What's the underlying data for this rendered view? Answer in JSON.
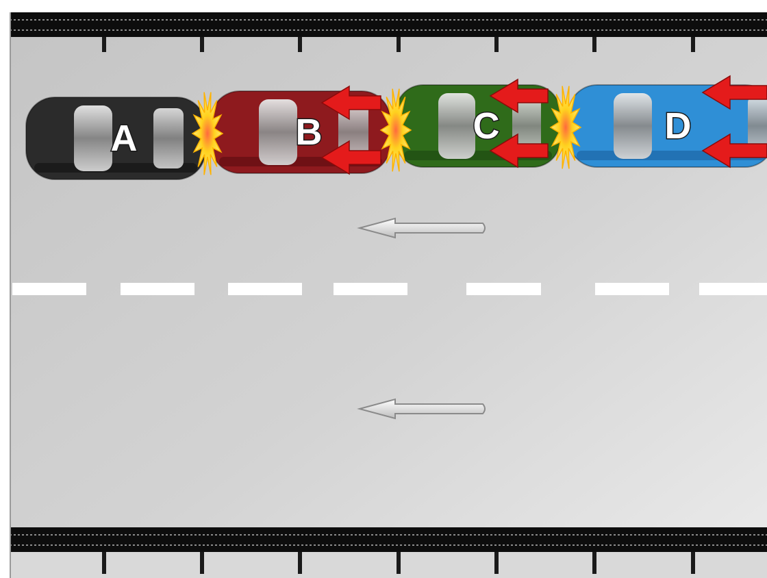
{
  "scene": {
    "cars": [
      {
        "letter": "A",
        "body_color": "#2b2b2b",
        "shade_color": "#111111",
        "has_impact_arrows": false
      },
      {
        "letter": "B",
        "body_color": "#8e1a1e",
        "shade_color": "#5a0c0f",
        "has_impact_arrows": true
      },
      {
        "letter": "C",
        "body_color": "#2f6b1a",
        "shade_color": "#1c4410",
        "has_impact_arrows": true
      },
      {
        "letter": "D",
        "body_color": "#2f8fd6",
        "shade_color": "#1a5f9c",
        "has_impact_arrows": true
      }
    ],
    "traffic_direction": "left",
    "lane_count": 2,
    "colors": {
      "road": "#cfcfcf",
      "barrier": "#0d0d0d",
      "lane_marking": "#ffffff",
      "impact_arrow": "#e41b1b",
      "collision_burst": "#ffcc1a"
    }
  }
}
